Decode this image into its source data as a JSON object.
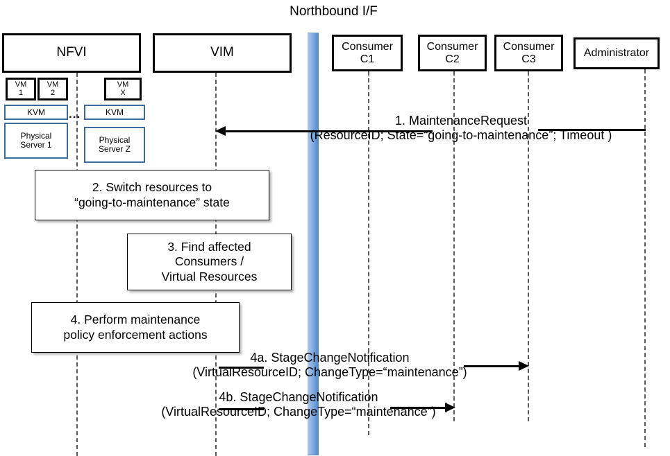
{
  "title": "Northbound I/F",
  "actors": [
    {
      "name": "nfvi",
      "label": "NFVI"
    },
    {
      "name": "vim",
      "label": "VIM"
    },
    {
      "name": "consumer-c1",
      "label": "Consumer\nC1"
    },
    {
      "name": "consumer-c2",
      "label": "Consumer\nC2"
    },
    {
      "name": "consumer-c3",
      "label": "Consumer\nC3"
    },
    {
      "name": "administrator",
      "label": "Administrator"
    }
  ],
  "nfvi_internals": {
    "vms": [
      {
        "label": "VM\n1"
      },
      {
        "label": "VM\n2"
      },
      {
        "label": "VM\nX"
      }
    ],
    "hypervisors": [
      {
        "label": "KVM"
      },
      {
        "label": "KVM"
      }
    ],
    "servers": [
      {
        "label": "Physical\nServer 1"
      },
      {
        "label": "Physical\nServer Z"
      }
    ],
    "ellipsis": "..."
  },
  "steps": [
    {
      "id": "step-2",
      "text": "2. Switch resources to\n“going-to-maintenance” state"
    },
    {
      "id": "step-3",
      "text": "3. Find affected\nConsumers /\nVirtual Resources"
    },
    {
      "id": "step-4",
      "text": "4. Perform maintenance\npolicy enforcement actions"
    }
  ],
  "messages": [
    {
      "id": "msg-1",
      "line1": "1.   MaintenanceRequest",
      "line2": "(ResourceID; State=“going-to-maintenance”; Timeout )",
      "from": "administrator",
      "to": "vim",
      "direction": "left"
    },
    {
      "id": "msg-4a",
      "line1": "4a. StageChangeNotification",
      "line2": "(VirtualResourceID; ChangeType=“maintenance”)",
      "from": "vim",
      "to": "consumer-c3",
      "direction": "right"
    },
    {
      "id": "msg-4b",
      "line1": "4b. StageChangeNotification",
      "line2": "(VirtualResourceID; ChangeType=“maintenance”)",
      "from": "vim",
      "to": "consumer-c2",
      "direction": "right"
    }
  ],
  "colors": {
    "interface_bar_light": "#a8c4e8",
    "interface_bar_dark": "#4f86c9",
    "inner_block_border": "#3b6a9c",
    "actor_border": "#000000",
    "lifeline": "#5a5a5a"
  }
}
